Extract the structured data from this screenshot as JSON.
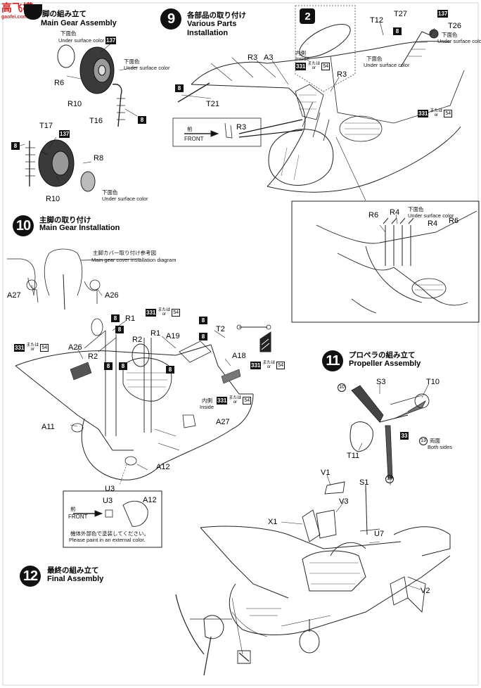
{
  "watermark": {
    "logo_text": "高飞模",
    "domain": "gaofei.com"
  },
  "step8": {
    "title_jp": "脚の組み立て",
    "title_en": "Main Gear Assembly"
  },
  "step9": {
    "num": "9",
    "title_jp": "各部品の取り付け",
    "title_en": "Various Parts",
    "title_en2": "Installation"
  },
  "step10": {
    "num": "10",
    "title_jp": "主脚の取り付け",
    "title_en": "Main Gear Installation",
    "diagram_jp": "主脚カバー取り付け参考図",
    "diagram_en": "Main gear cover installation diagram"
  },
  "step11": {
    "num": "11",
    "title_jp": "プロペラの組み立て",
    "title_en": "Propeller Assembly",
    "both_jp": "両面",
    "both_en": "Both sides"
  },
  "step12": {
    "num": "12",
    "title_jp": "最終の組み立て",
    "title_en": "Final Assembly"
  },
  "subassembly": {
    "num": "2"
  },
  "front": {
    "jp": "前",
    "en": "FRONT"
  },
  "inside": {
    "jp": "内側",
    "en": "Inside"
  },
  "paint": {
    "under_jp": "下面色",
    "under_en": "Under surface color",
    "or_jp": "または",
    "or_en": "or",
    "ext_jp": "機体外部色で塗装してください。",
    "ext_en": "Please paint in an external color."
  },
  "colors": {
    "c137": "137",
    "c8": "8",
    "c331": "331",
    "c54": "54",
    "c33": "33",
    "c13": "13",
    "c10": "10"
  },
  "parts": {
    "R6": "R6",
    "R10": "R10",
    "T16": "T16",
    "T17": "T17",
    "R8": "R8",
    "R3": "R3",
    "A3": "A3",
    "T21": "T21",
    "T12": "T12",
    "T27": "T27",
    "T26": "T26",
    "R4": "R4",
    "A27": "A27",
    "A26": "A26",
    "R1": "R1",
    "R2": "R2",
    "A19": "A19",
    "T2": "T2",
    "A18": "A18",
    "A11": "A11",
    "A12": "A12",
    "U3": "U3",
    "S3": "S3",
    "T10": "T10",
    "T11": "T11",
    "V1": "V1",
    "S1": "S1",
    "V3": "V3",
    "X1": "X1",
    "U7": "U7",
    "V2": "V2"
  }
}
